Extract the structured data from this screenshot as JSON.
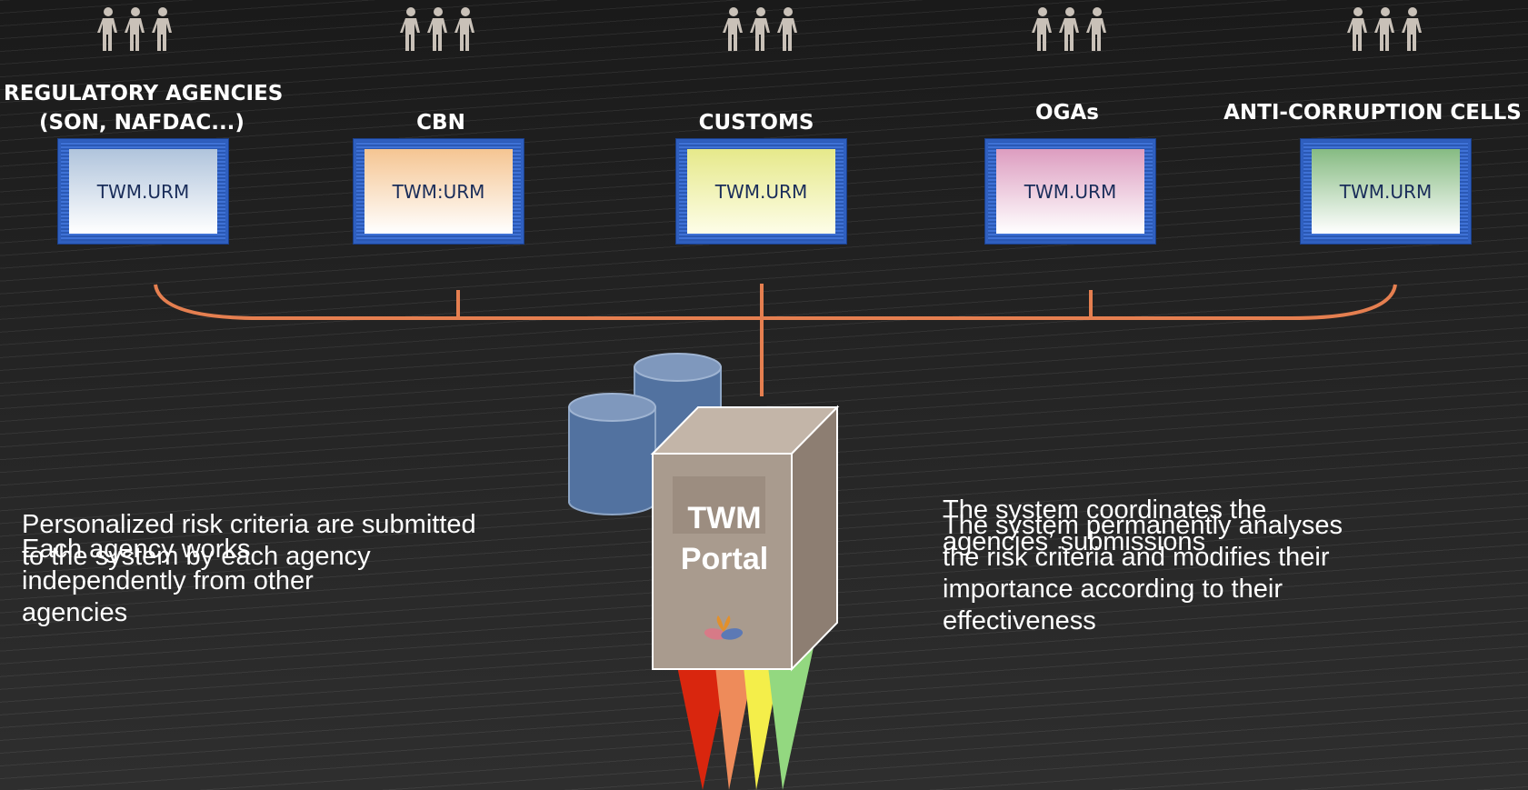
{
  "agencies": [
    {
      "title_line1": "REGULATORY AGENCIES",
      "title_line2": "(SON, NAFDAC...)",
      "screen_label": "TWM.URM",
      "screen_color": "#c8d8ea"
    },
    {
      "title_line1": "CBN",
      "screen_label": "TWM:URM",
      "screen_color": "#f5c89a"
    },
    {
      "title_line1": "CUSTOMS",
      "screen_label": "TWM.URM",
      "screen_color": "#e8eb96"
    },
    {
      "title_line1": "OGAs",
      "screen_label": "TWM.URM",
      "screen_color": "#e2a6c6"
    },
    {
      "title_line1": "ANTI-CORRUPTION CELLS",
      "screen_label": "TWM.URM",
      "screen_color": "#8fc08a"
    }
  ],
  "portal": {
    "line1": "TWM",
    "line2": "Portal"
  },
  "left_text": {
    "paragraph1": "Personalized risk criteria are submitted to the system by each agency",
    "paragraph2": "Each agency works independently from other agencies"
  },
  "right_text": {
    "paragraph1": "The system coordinates the agencies’ submissions",
    "paragraph2": "The system permanently analyses the risk criteria and modifies their importance according to their effectiveness"
  },
  "colors": {
    "connector": "#e57f50",
    "monitor_frame": "#2f5fbf",
    "database": "#5272a0",
    "portal_box": "#a99b8e",
    "beam_colors": [
      "#d9260e",
      "#ee8b5a",
      "#f4ee4a",
      "#93d880"
    ]
  },
  "icons": {
    "people": "people-group-icon",
    "database": "database-icon",
    "logo": "flower-logo-icon"
  }
}
